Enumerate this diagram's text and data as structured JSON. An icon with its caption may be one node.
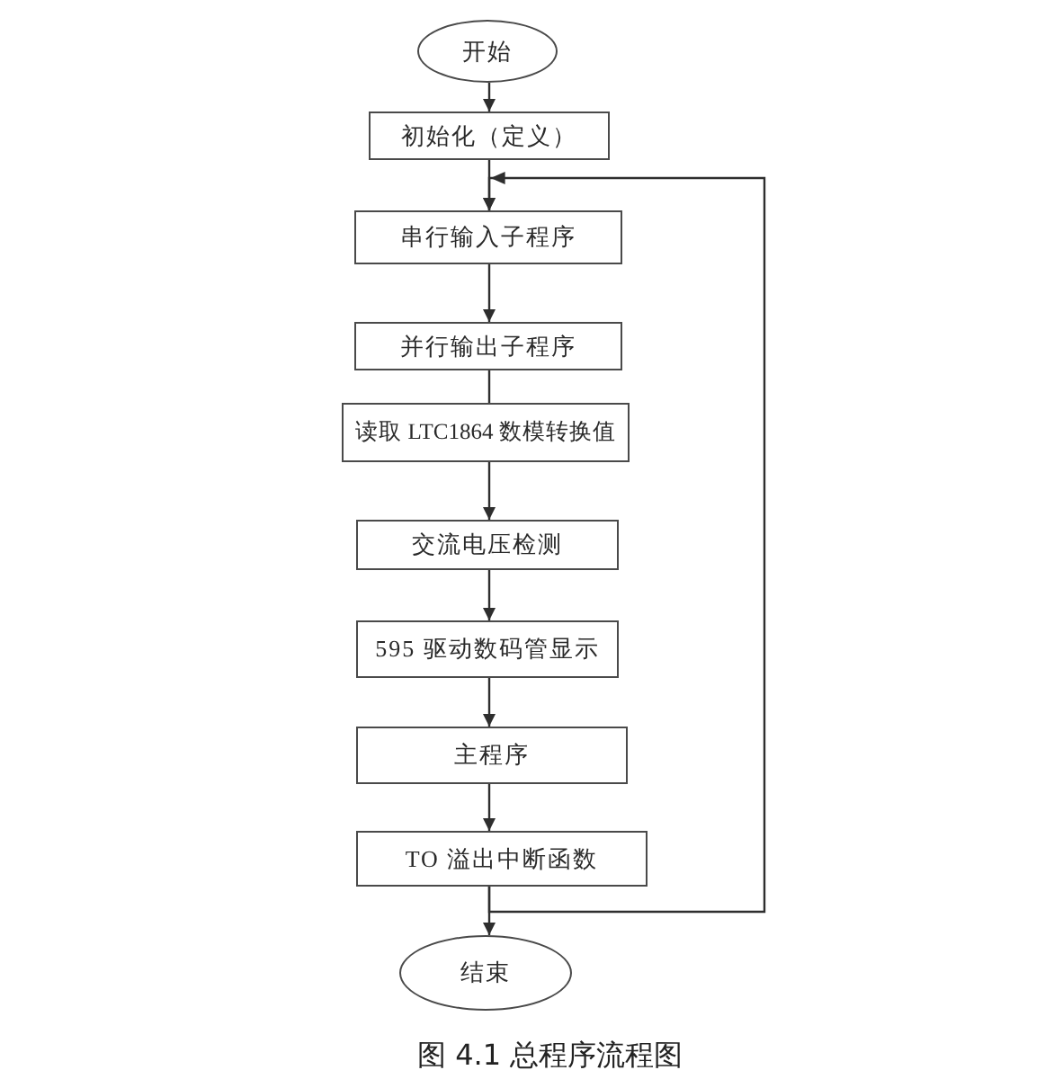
{
  "diagram": {
    "caption": "图 4.1 总程序流程图",
    "nodes": [
      {
        "text": [
          "开始"
        ]
      },
      {
        "text": [
          "初始化（定义）"
        ]
      },
      {
        "text": [
          "串行输入子程序"
        ]
      },
      {
        "text": [
          "并行输出子程序"
        ]
      },
      {
        "text": [
          "读取 LTC1864 数模转换值"
        ]
      },
      {
        "text": [
          "交流电压检测"
        ]
      },
      {
        "text": [
          "595 驱动数码管显示"
        ]
      },
      {
        "text": [
          "主程序"
        ]
      },
      {
        "text": [
          "TO 溢出中断函数"
        ]
      },
      {
        "text": [
          "结束"
        ]
      }
    ],
    "edges": [
      {
        "from": 0,
        "to": 1,
        "arrow": "to"
      },
      {
        "from": 1,
        "to": 2,
        "arrow": "to"
      },
      {
        "from": 2,
        "to": 3,
        "arrow": "to"
      },
      {
        "from": 3,
        "to": 4,
        "arrow": "none"
      },
      {
        "from": 4,
        "to": 5,
        "arrow": "to"
      },
      {
        "from": 5,
        "to": 6,
        "arrow": "to"
      },
      {
        "from": 6,
        "to": 7,
        "arrow": "to"
      },
      {
        "from": 7,
        "to": 8,
        "arrow": "to"
      },
      {
        "from": 8,
        "to": 9,
        "arrow": "to"
      },
      {
        "from": 8,
        "to": 2,
        "arrow": "to"
      }
    ]
  }
}
